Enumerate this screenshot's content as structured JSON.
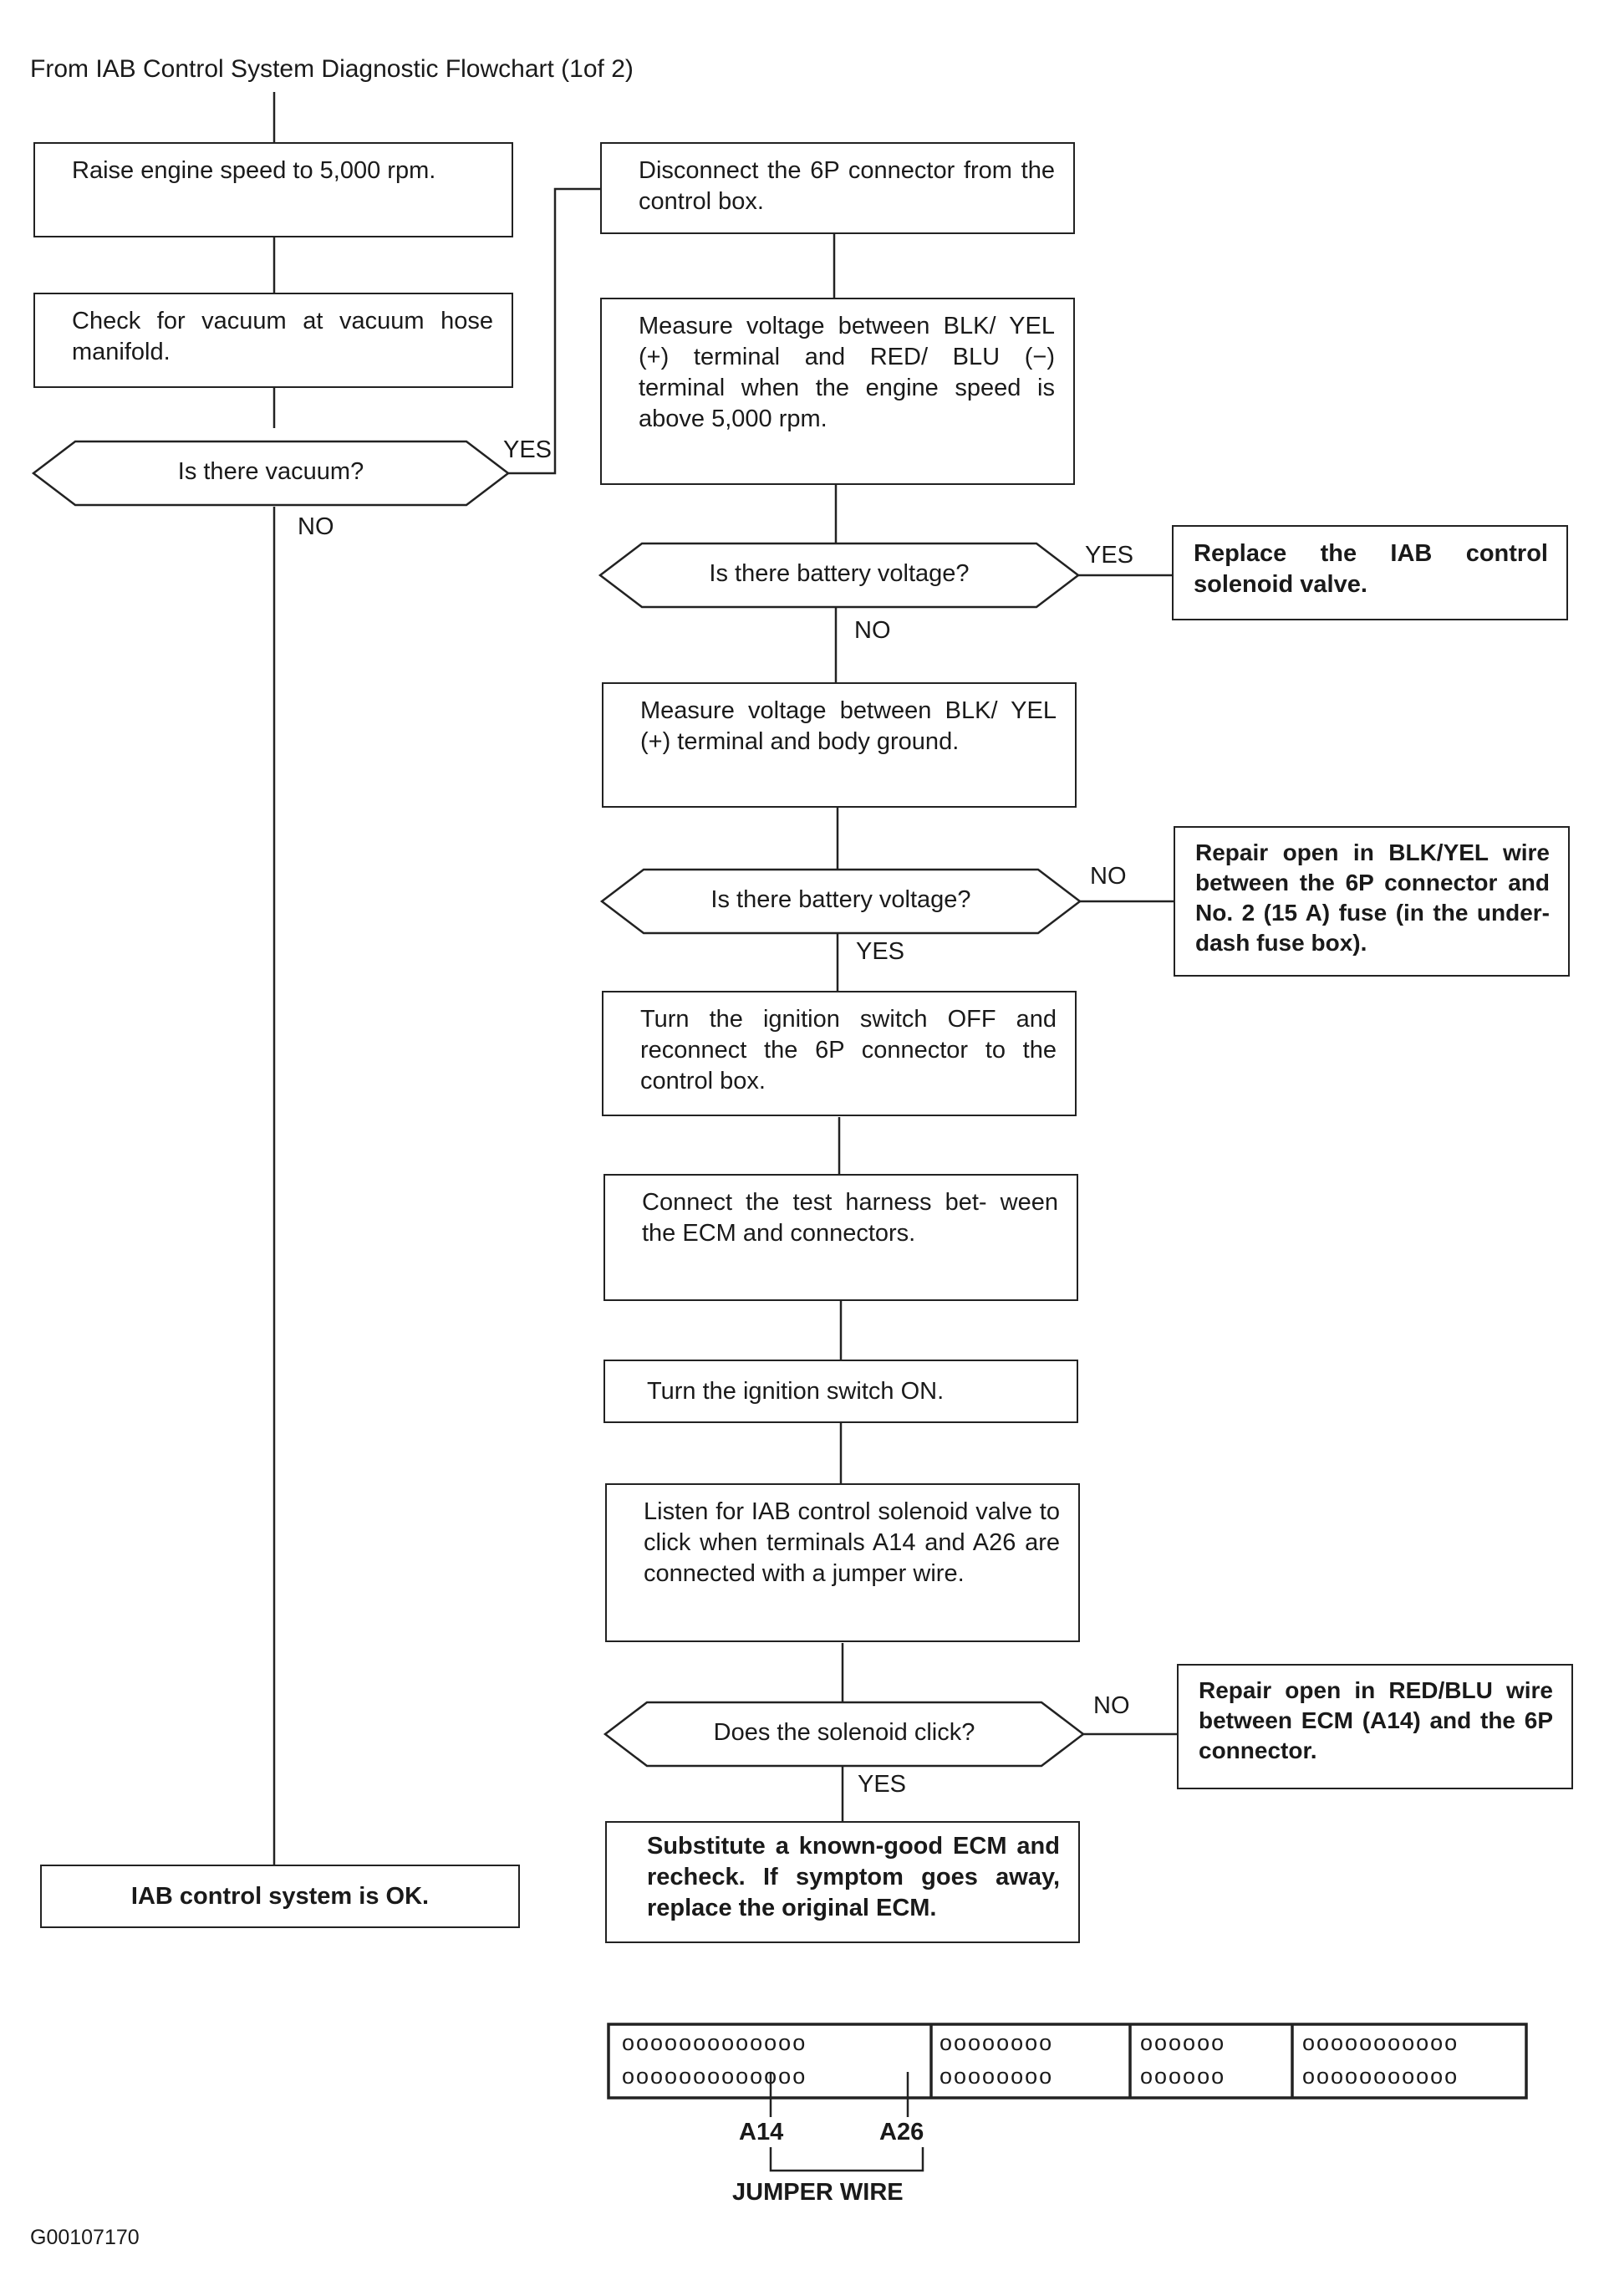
{
  "heading": "From IAB Control System Diagnostic Flowchart (1of 2)",
  "steps": {
    "raise_speed": "Raise engine speed to 5,000 rpm.",
    "check_vacuum": "Check for vacuum at vacuum hose manifold.",
    "disconnect_6p": "Disconnect the 6P connector from the control box.",
    "measure_blk_red": "Measure voltage between BLK/ YEL (+) terminal and RED/ BLU (−) terminal when the engine speed is above 5,000 rpm.",
    "measure_blk_ground": "Measure voltage between BLK/ YEL (+) terminal and body ground.",
    "reconnect_6p": "Turn the ignition switch OFF and reconnect the 6P connector to the control box.",
    "connect_harness": "Connect the test harness bet- ween the ECM and connectors.",
    "ignition_on": "Turn the ignition switch ON.",
    "listen_click": "Listen for IAB control solenoid valve to click when terminals A14 and A26 are connected with a jumper wire."
  },
  "results": {
    "system_ok": "IAB control system is OK.",
    "replace_valve": "Replace the IAB control solenoid valve.",
    "repair_blk_yel": "Repair open in BLK/YEL wire between the 6P connector and No. 2 (15 A) fuse (in the under-dash fuse box).",
    "repair_red_blu": "Repair open in RED/BLU wire between ECM (A14) and the 6P connector.",
    "substitute_ecm": "Substitute a known-good ECM and recheck. If symptom goes away, replace the original ECM."
  },
  "decisions": {
    "vacuum": "Is there vacuum?",
    "battery_1": "Is there battery voltage?",
    "battery_2": "Is there battery voltage?",
    "solenoid": "Does the solenoid click?"
  },
  "labels": {
    "yes": "YES",
    "no": "NO"
  },
  "connector": {
    "row1": [
      "ooooooooooooo",
      "oooooooo",
      "oooooo",
      "ooooooooooo"
    ],
    "row2": [
      "ooooooooooooo",
      "oooooooo",
      "oooooo",
      "ooooooooooo"
    ],
    "pin_a14": "A14",
    "pin_a26": "A26",
    "jumper_label": "JUMPER WIRE"
  },
  "figure_code": "G00107170"
}
